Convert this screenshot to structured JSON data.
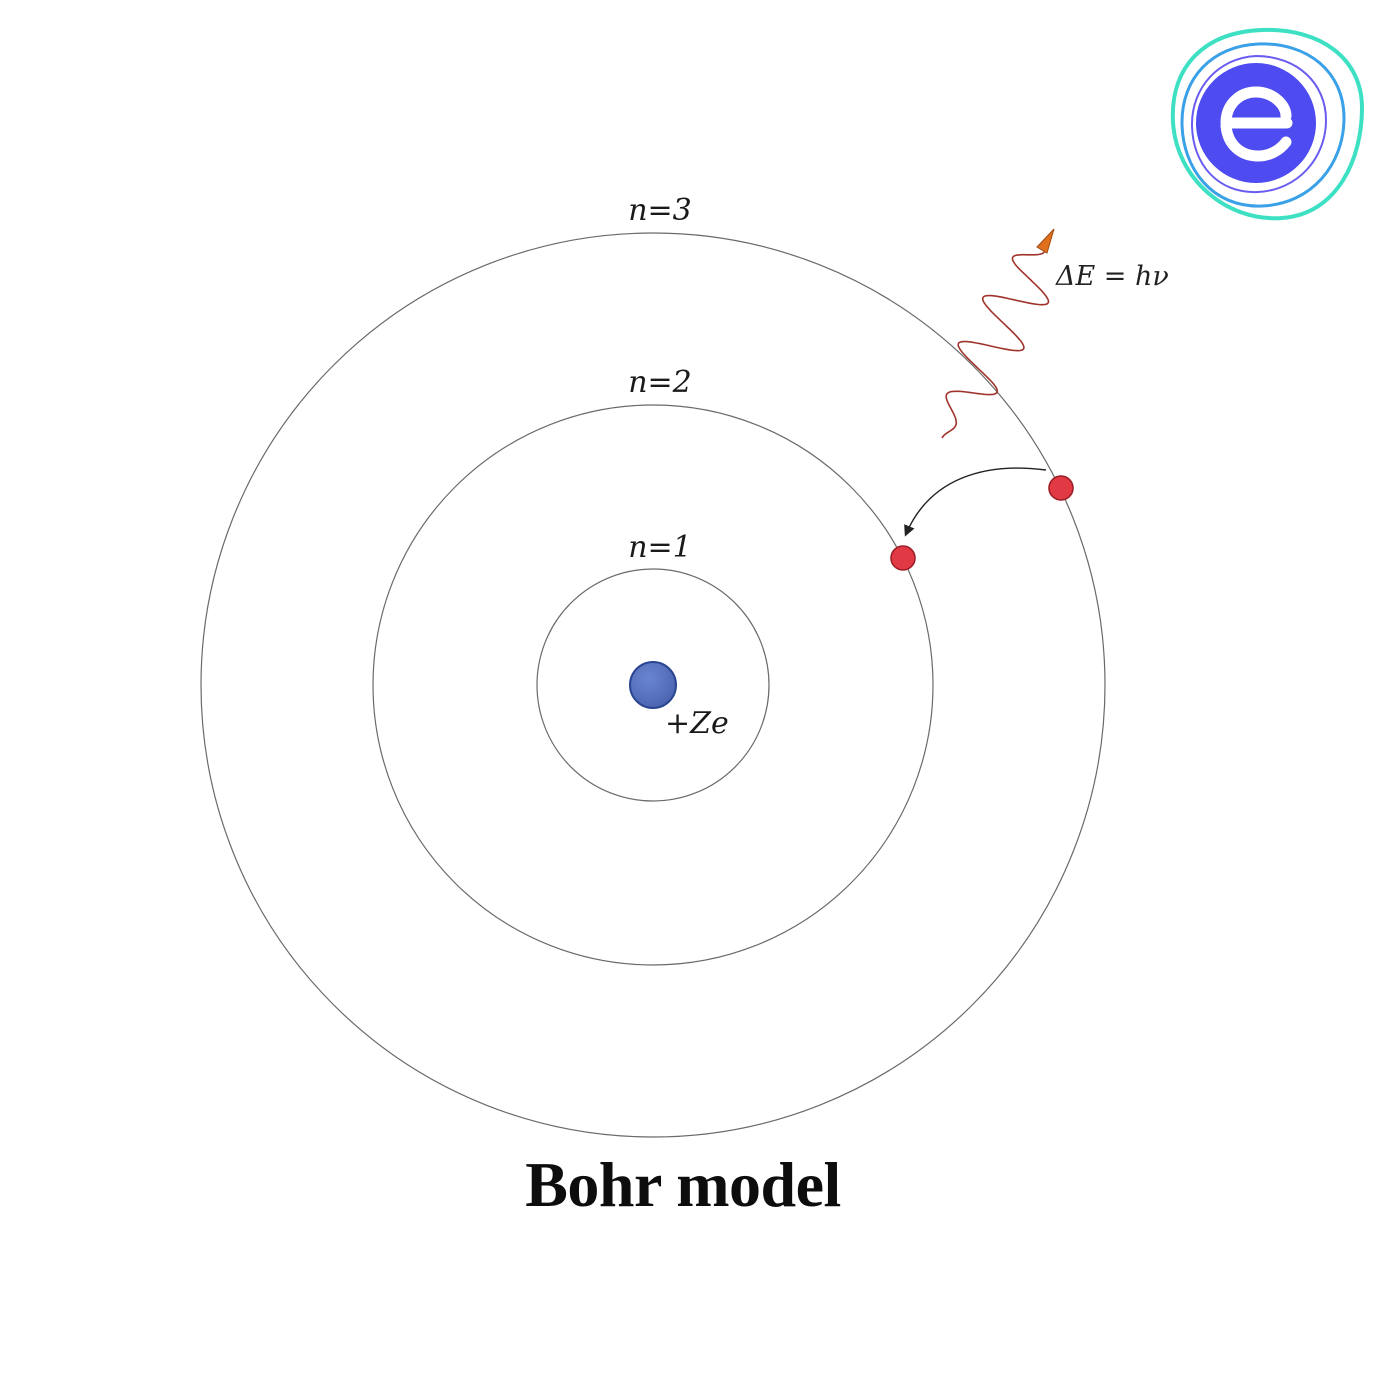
{
  "diagram": {
    "title": "Bohr model",
    "orbits": [
      {
        "label": "n=1"
      },
      {
        "label": "n=2"
      },
      {
        "label": "n=3"
      }
    ],
    "nucleus": {
      "label": "+Ze",
      "color": "#5470bd"
    },
    "electron_color": "#e23a44",
    "photon": {
      "label": "ΔE = hν",
      "wave_color": "#a0342c",
      "arrow_color": "#e0701c"
    }
  },
  "logo": {
    "icon": "embibe-logo-icon",
    "colors": [
      "#3ee0c4",
      "#3aa0e8",
      "#4e4cf0"
    ]
  }
}
